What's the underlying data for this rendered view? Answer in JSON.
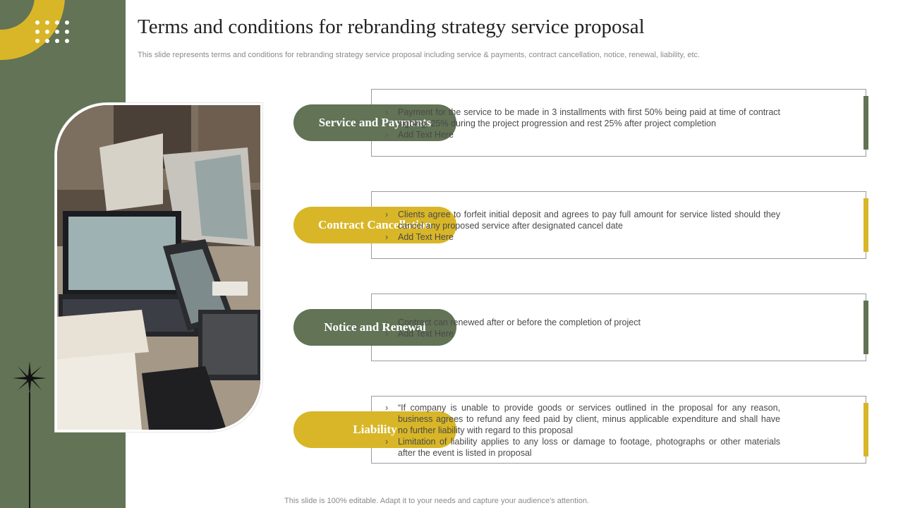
{
  "title": "Terms and conditions for rebranding strategy service proposal",
  "subtitle": "This slide represents terms and conditions for rebranding strategy service proposal including service & payments, contract cancellation, notice, renewal, liability, etc.",
  "footer": "This slide is 100% editable. Adapt it to your needs and capture your audience's attention.",
  "colors": {
    "green": "#627356",
    "yellow": "#d8b627"
  },
  "icons": [
    "dot-grid-icon",
    "star-burst-icon"
  ],
  "sections": [
    {
      "label": "Service and Payments",
      "bullets": [
        "Payment for the service to be made in 3 installments with first 50% being paid at time of contract signing, 25% during the project progression and rest 25% after project completion",
        "Add Text Here"
      ]
    },
    {
      "label": "Contract Cancellation",
      "bullets": [
        "Clients agree to forfeit initial deposit and agrees to pay full amount for service listed should they cancel any proposed service after designated cancel date",
        "Add Text Here"
      ]
    },
    {
      "label": "Notice and Renewal",
      "bullets": [
        "Contract can renewed after or before the completion of project",
        "Add Text Here"
      ]
    },
    {
      "label": "Liability",
      "bullets": [
        "“If company is unable to provide goods or services outlined in the proposal for any reason, business agrees to refund any feed paid by client, minus applicable expenditure and shall have no further liability with regard to this proposal",
        "Limitation of liability applies to any loss or damage to footage, photographs or other materials after the event is listed in proposal"
      ]
    }
  ]
}
